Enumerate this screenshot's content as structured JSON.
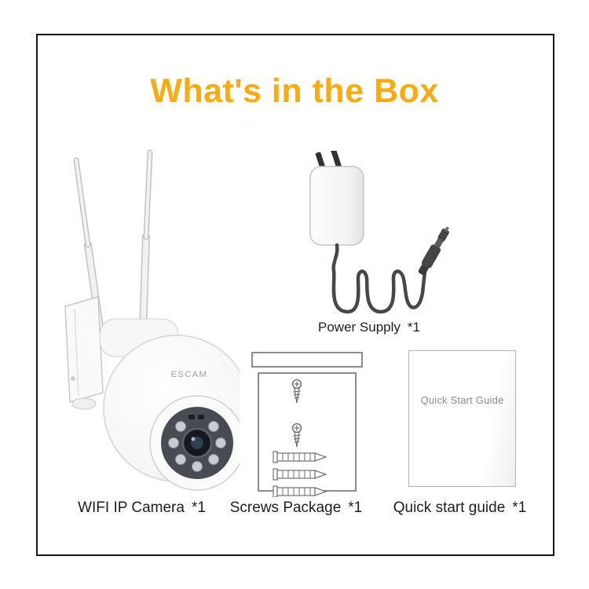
{
  "title": "What's in the Box",
  "camera": {
    "label": "WIFI IP Camera",
    "qty": "*1",
    "brand": "ESCAM"
  },
  "power_supply": {
    "label": "Power Supply",
    "qty": "*1"
  },
  "screws_package": {
    "label": "Screws Package",
    "qty": "*1"
  },
  "quick_start_guide": {
    "label": "Quick start guide",
    "qty": "*1",
    "cover_title": "Quick Start Guide"
  },
  "colors": {
    "title_accent": "#FAAB12",
    "caption_text": "#1E1E1E",
    "cable_dark": "#474747",
    "outline_gray": "#8C8C8C",
    "camera_face_dark": "#474C54"
  }
}
